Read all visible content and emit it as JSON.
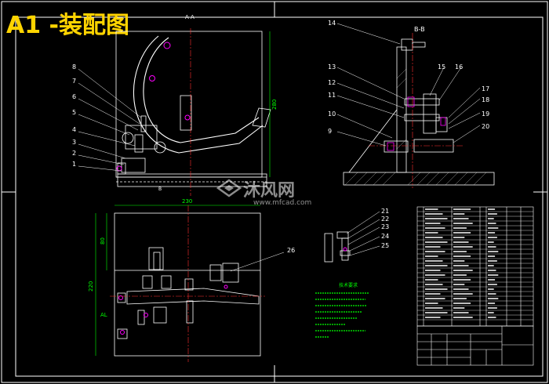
{
  "title": "A1 -装配图",
  "section_labels": {
    "aa": "A-A",
    "bb": "B-B",
    "a_sub": "A",
    "b_sub": "B"
  },
  "watermark": {
    "text": "沐风网",
    "url": "www.mfcad.com"
  },
  "dimensions": {
    "front_height": "280",
    "plan_width": "230",
    "plan_height": "220",
    "plan_inner": "80",
    "plan_al": "AL"
  },
  "left_part_numbers": [
    "8",
    "7",
    "6",
    "5",
    "4",
    "3",
    "2",
    "1"
  ],
  "right_left_numbers": [
    "14",
    "13",
    "12",
    "11",
    "10",
    "9"
  ],
  "right_right_numbers": [
    "15",
    "16",
    "17",
    "18",
    "19",
    "20"
  ],
  "detail_numbers": [
    "21",
    "22",
    "23",
    "24",
    "25"
  ],
  "plan_callout": "26",
  "tech_notes_title": "技术要求",
  "colors": {
    "background": "#000000",
    "lines": "#ffffff",
    "dims": "#00ff00",
    "center": "#ff3030",
    "title": "#ffd400",
    "part": "#ff00ff"
  }
}
